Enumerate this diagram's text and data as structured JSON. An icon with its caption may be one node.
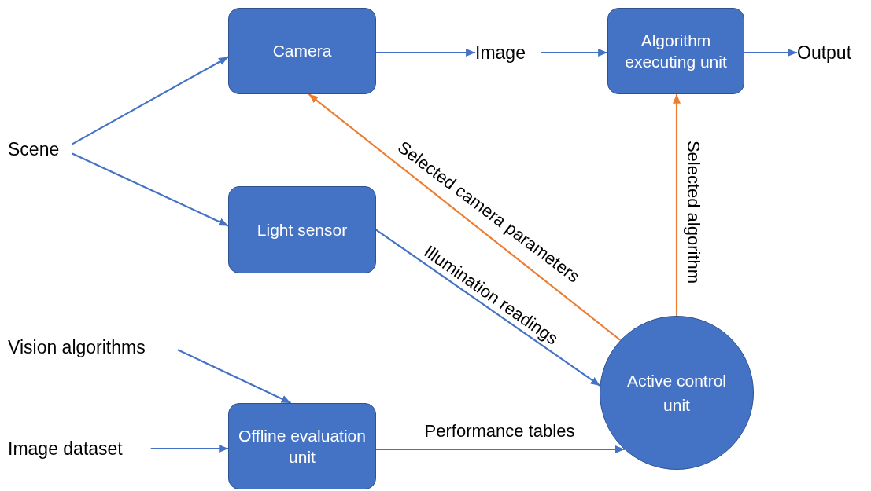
{
  "diagram": {
    "nodes": [
      {
        "text": [
          "Camera"
        ]
      },
      {
        "text": [
          "Algorithm executing unit"
        ]
      },
      {
        "text": [
          "Image"
        ]
      },
      {
        "text": [
          "Output"
        ]
      },
      {
        "text": [
          "Scene"
        ]
      },
      {
        "text": [
          "Light sensor"
        ]
      },
      {
        "text": [
          "Vision algorithms"
        ]
      },
      {
        "text": [
          "Image dataset"
        ]
      },
      {
        "text": [
          "Offline evaluation unit"
        ]
      },
      {
        "text": [
          "Active control unit"
        ]
      }
    ],
    "edges": [
      {
        "from": 4,
        "to": 0,
        "arrow": "to"
      },
      {
        "from": 4,
        "to": 5,
        "arrow": "to"
      },
      {
        "from": 0,
        "to": 2,
        "arrow": "to"
      },
      {
        "from": 2,
        "to": 1,
        "arrow": "to"
      },
      {
        "from": 1,
        "to": 3,
        "arrow": "to"
      },
      {
        "from": 5,
        "to": 9,
        "arrow": "to",
        "label": "Illumination readings"
      },
      {
        "from": 9,
        "to": 0,
        "arrow": "to",
        "label": "Selected camera parameters",
        "color": "#ed7d31"
      },
      {
        "from": 9,
        "to": 1,
        "arrow": "to",
        "label": "Selected algorithm",
        "color": "#ed7d31"
      },
      {
        "from": 6,
        "to": 8,
        "arrow": "to"
      },
      {
        "from": 7,
        "to": 8,
        "arrow": "to"
      },
      {
        "from": 8,
        "to": 9,
        "arrow": "to",
        "label": "Performance tables"
      }
    ]
  }
}
